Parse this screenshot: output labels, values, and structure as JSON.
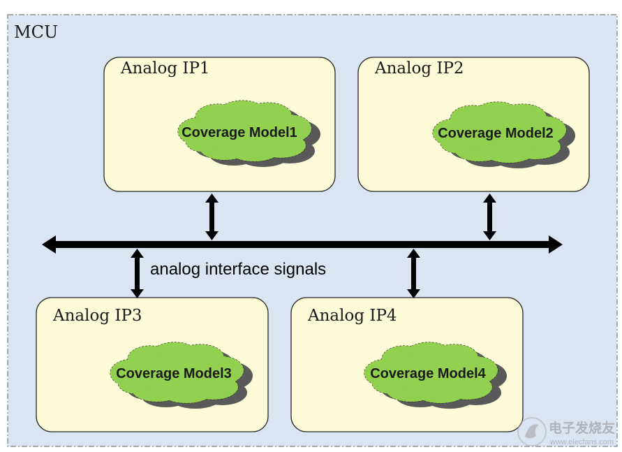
{
  "container": {
    "title": "MCU"
  },
  "blocks": [
    {
      "title": "Analog IP1",
      "model": "Coverage Model1"
    },
    {
      "title": "Analog IP2",
      "model": "Coverage Model2"
    },
    {
      "title": "Analog IP3",
      "model": "Coverage Model3"
    },
    {
      "title": "Analog IP4",
      "model": "Coverage Model4"
    }
  ],
  "bus": {
    "label": "analog interface signals"
  },
  "watermark": {
    "name": "电子发烧友",
    "url": "www.elecfans.com"
  },
  "colors": {
    "container_fill": "#dbe5f1",
    "block_fill": "#fdfbd8",
    "cloud_fill": "#92d050",
    "cloud_shadow": "#595959",
    "bus": "#000000"
  }
}
